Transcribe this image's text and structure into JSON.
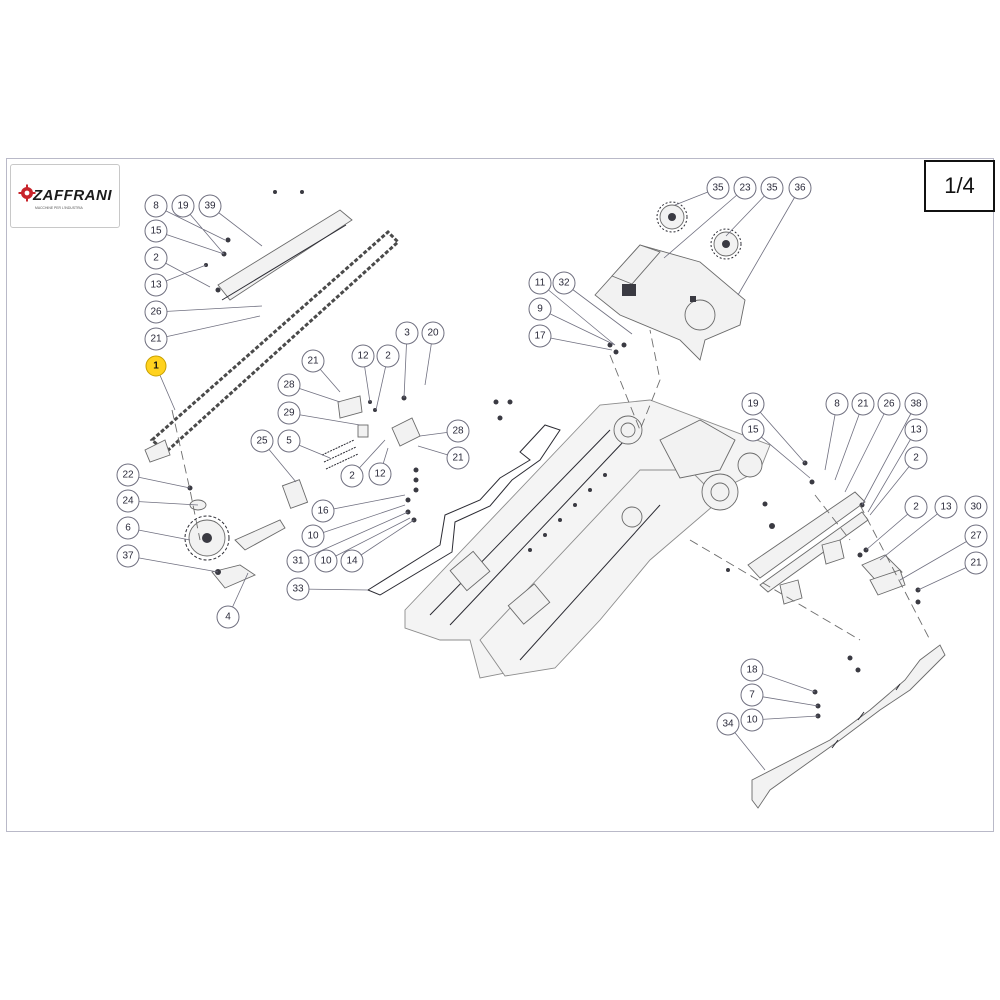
{
  "brand": {
    "name": "ZAFFRANI",
    "tagline": "MACCHINE PER L'INDUSTRIA"
  },
  "page": {
    "indicator": "1/4"
  },
  "colors": {
    "highlight": "#ffd21e",
    "callout_stroke": "#707080",
    "brand_red": "#c8242b"
  },
  "callouts": [
    {
      "id": "c8a",
      "label": "8"
    },
    {
      "id": "c19a",
      "label": "19"
    },
    {
      "id": "c39",
      "label": "39"
    },
    {
      "id": "c15a",
      "label": "15"
    },
    {
      "id": "c2a",
      "label": "2"
    },
    {
      "id": "c13a",
      "label": "13"
    },
    {
      "id": "c26a",
      "label": "26"
    },
    {
      "id": "c21a",
      "label": "21"
    },
    {
      "id": "c1",
      "label": "1",
      "highlight": true
    },
    {
      "id": "c22",
      "label": "22"
    },
    {
      "id": "c24",
      "label": "24"
    },
    {
      "id": "c6",
      "label": "6"
    },
    {
      "id": "c37",
      "label": "37"
    },
    {
      "id": "c4",
      "label": "4"
    },
    {
      "id": "c21b",
      "label": "21"
    },
    {
      "id": "c12a",
      "label": "12"
    },
    {
      "id": "c2b",
      "label": "2"
    },
    {
      "id": "c3",
      "label": "3"
    },
    {
      "id": "c20",
      "label": "20"
    },
    {
      "id": "c28a",
      "label": "28"
    },
    {
      "id": "c29",
      "label": "29"
    },
    {
      "id": "c25",
      "label": "25"
    },
    {
      "id": "c5",
      "label": "5"
    },
    {
      "id": "c28b",
      "label": "28"
    },
    {
      "id": "c21c",
      "label": "21"
    },
    {
      "id": "c2c",
      "label": "2"
    },
    {
      "id": "c12b",
      "label": "12"
    },
    {
      "id": "c16",
      "label": "16"
    },
    {
      "id": "c10a",
      "label": "10"
    },
    {
      "id": "c31",
      "label": "31"
    },
    {
      "id": "c10b",
      "label": "10"
    },
    {
      "id": "c14",
      "label": "14"
    },
    {
      "id": "c33",
      "label": "33"
    },
    {
      "id": "c11",
      "label": "11"
    },
    {
      "id": "c32",
      "label": "32"
    },
    {
      "id": "c9",
      "label": "9"
    },
    {
      "id": "c17",
      "label": "17"
    },
    {
      "id": "c35a",
      "label": "35"
    },
    {
      "id": "c23",
      "label": "23"
    },
    {
      "id": "c35b",
      "label": "35"
    },
    {
      "id": "c36",
      "label": "36"
    },
    {
      "id": "c19b",
      "label": "19"
    },
    {
      "id": "c8b",
      "label": "8"
    },
    {
      "id": "c21d",
      "label": "21"
    },
    {
      "id": "c26b",
      "label": "26"
    },
    {
      "id": "c38",
      "label": "38"
    },
    {
      "id": "c15b",
      "label": "15"
    },
    {
      "id": "c13b",
      "label": "13"
    },
    {
      "id": "c2d",
      "label": "2"
    },
    {
      "id": "c2e",
      "label": "2"
    },
    {
      "id": "c13c",
      "label": "13"
    },
    {
      "id": "c30",
      "label": "30"
    },
    {
      "id": "c27",
      "label": "27"
    },
    {
      "id": "c21e",
      "label": "21"
    },
    {
      "id": "c18",
      "label": "18"
    },
    {
      "id": "c7",
      "label": "7"
    },
    {
      "id": "c10c",
      "label": "10"
    },
    {
      "id": "c34",
      "label": "34"
    }
  ]
}
